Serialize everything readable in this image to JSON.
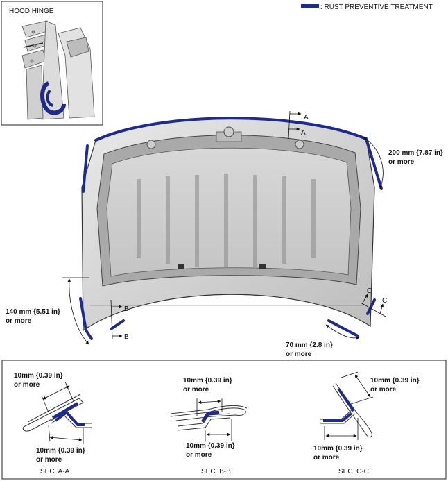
{
  "legend": {
    "label": ": RUST PREVENTIVE TREATMENT",
    "color": "#1e2a8c"
  },
  "inset": {
    "title": "HOOD HINGE"
  },
  "dimensions": {
    "top_right": {
      "line1": "200 mm {7.87 in}",
      "line2": "or more"
    },
    "left": {
      "line1": "140 mm {5.51 in}",
      "line2": "or more"
    },
    "bottom_right": {
      "line1": "70 mm {2.8 in}",
      "line2": "or more"
    }
  },
  "section_markers": {
    "a": "A",
    "b": "B",
    "c": "C"
  },
  "sections": [
    {
      "caption": "SEC. A-A",
      "dim_top": {
        "line1": "10mm {0.39 in}",
        "line2": "or more"
      },
      "dim_bottom": {
        "line1": "10mm {0.39 in}",
        "line2": "or more"
      }
    },
    {
      "caption": "SEC. B-B",
      "dim_top": {
        "line1": "10mm {0.39 in}",
        "line2": "or more"
      },
      "dim_bottom": {
        "line1": "10mm {0.39 in}",
        "line2": "or more"
      }
    },
    {
      "caption": "SEC. C-C",
      "dim_top": {
        "line1": "10mm {0.39 in}",
        "line2": "or more"
      },
      "dim_bottom": {
        "line1": "10mm {0.39 in}",
        "line2": "or more"
      }
    }
  ]
}
